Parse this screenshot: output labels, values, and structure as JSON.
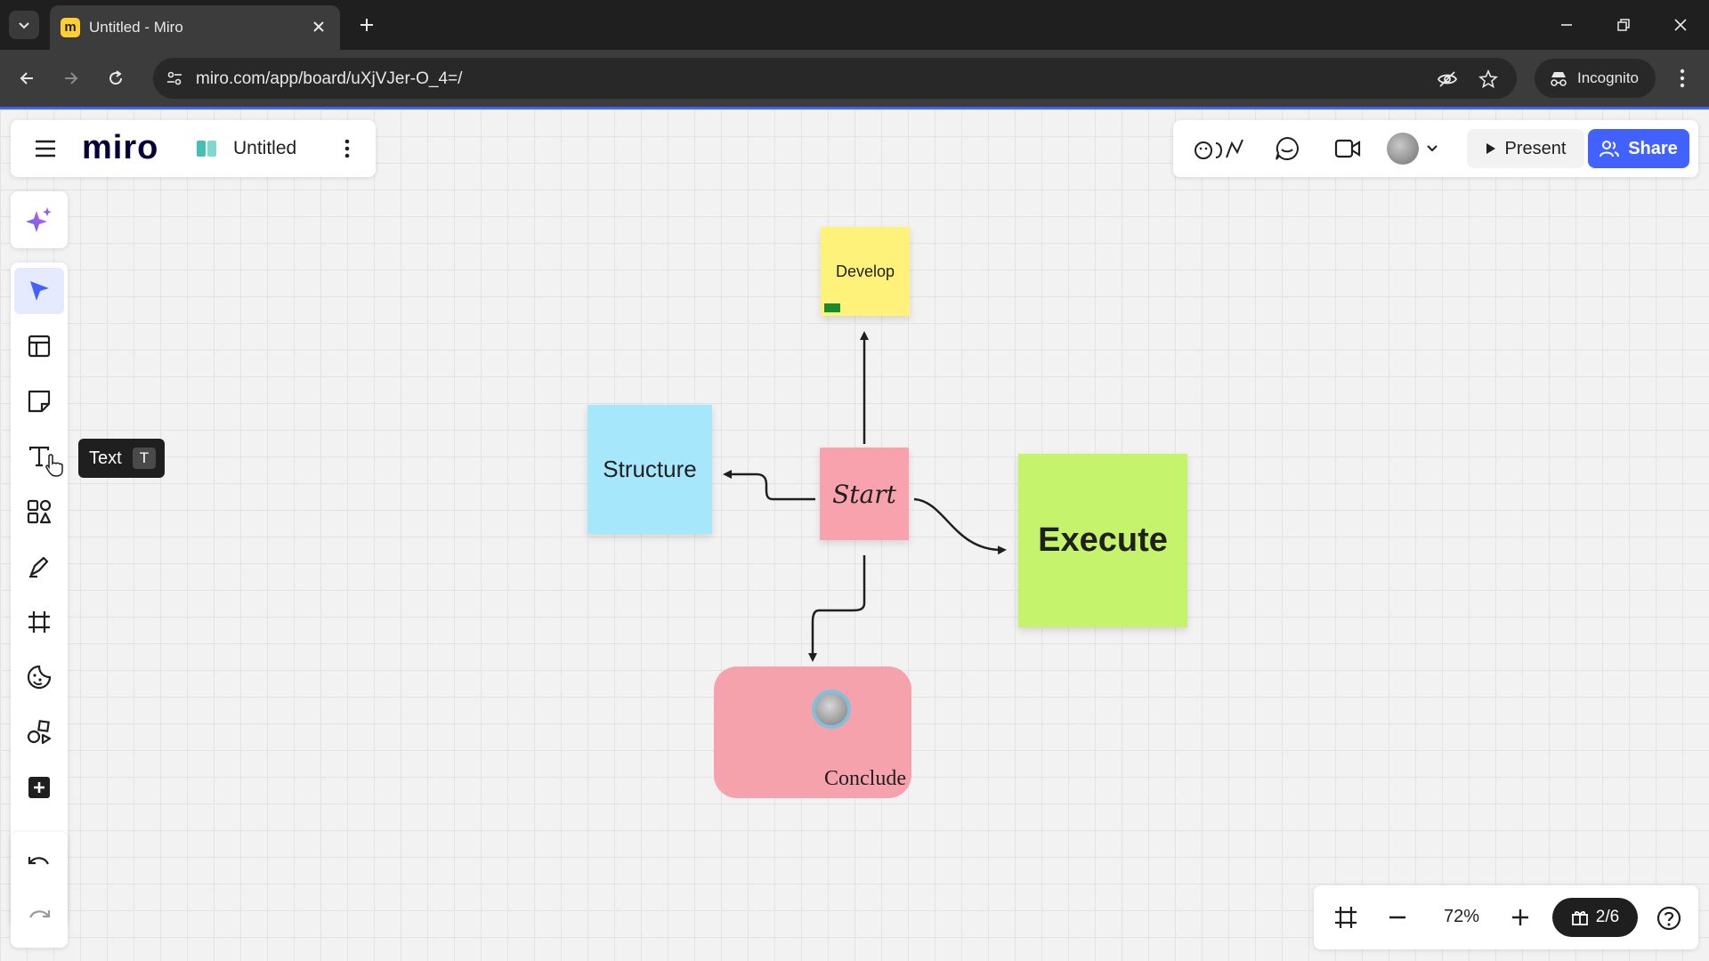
{
  "browser": {
    "tab_title": "Untitled - Miro",
    "url": "miro.com/app/board/uXjVJer-O_4=/",
    "incognito_label": "Incognito"
  },
  "board": {
    "logo": "miro",
    "title": "Untitled"
  },
  "collab": {
    "present_label": "Present",
    "share_label": "Share"
  },
  "tooltip": {
    "label": "Text",
    "shortcut": "T"
  },
  "canvas": {
    "develop": "Develop",
    "structure": "Structure",
    "start": "Start",
    "execute": "Execute",
    "conclude": "Conclude"
  },
  "zoom": {
    "level": "72%",
    "pages": "2/6"
  },
  "colors": {
    "accent": "#4262ff",
    "develop": "#fff27a",
    "structure": "#a6e7fb",
    "start": "#f7a2ad",
    "execute": "#c5f36c",
    "conclude": "#f6a2ad"
  }
}
